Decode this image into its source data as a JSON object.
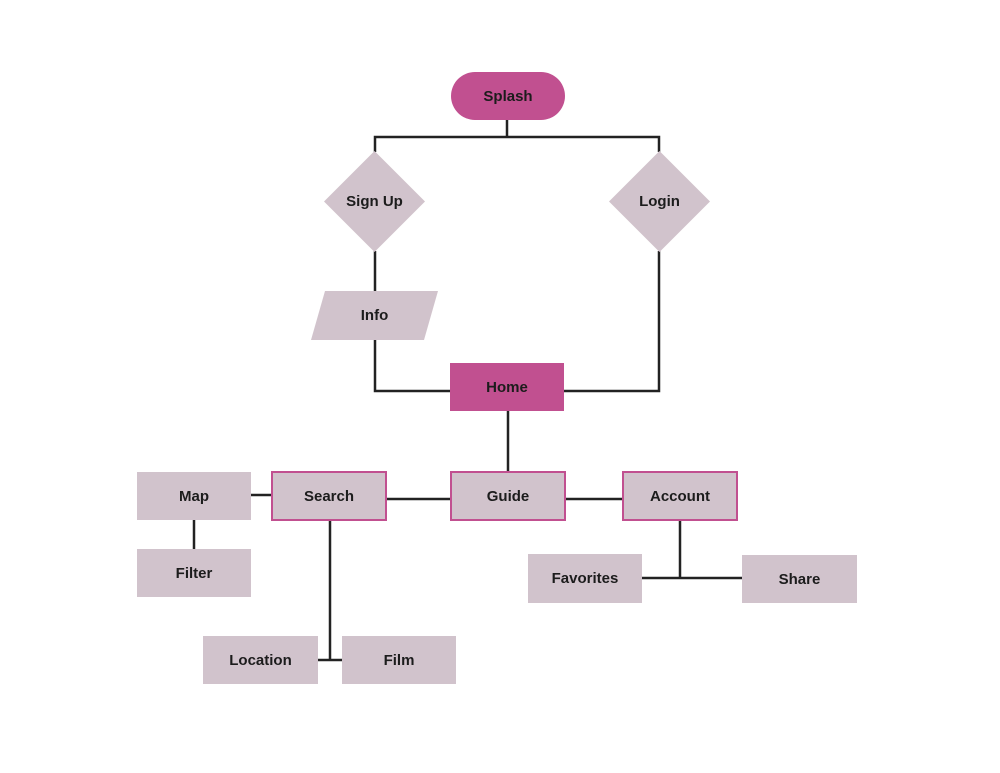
{
  "colors": {
    "primary": "#c15090",
    "secondary": "#d1c3cc",
    "line": "#222222"
  },
  "nodes": {
    "splash": "Splash",
    "signup": "Sign Up",
    "login": "Login",
    "info": "Info",
    "home": "Home",
    "search": "Search",
    "guide": "Guide",
    "account": "Account",
    "map": "Map",
    "filter": "Filter",
    "location": "Location",
    "film": "Film",
    "favorites": "Favorites",
    "share": "Share"
  }
}
